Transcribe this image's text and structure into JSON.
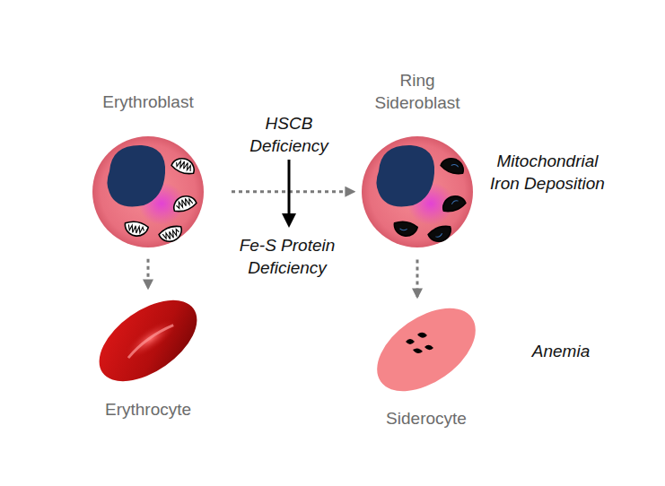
{
  "diagram": {
    "nodes": [
      {
        "text": [
          "Erythroblast"
        ]
      },
      {
        "text": [
          "Ring Sideroblast"
        ]
      },
      {
        "text": [
          "Erythrocyte"
        ]
      },
      {
        "text": [
          "Siderocyte"
        ]
      }
    ],
    "edges": [
      {
        "from": 0,
        "to": 1,
        "arrow": "to"
      },
      {
        "from": 0,
        "to": 2,
        "arrow": "to"
      },
      {
        "from": 1,
        "to": 3,
        "arrow": "to"
      }
    ],
    "labels": [
      "HSCB Deficiency",
      "Fe-S Protein Deficiency",
      "Mitochondrial Iron Deposition",
      "Anemia"
    ]
  }
}
